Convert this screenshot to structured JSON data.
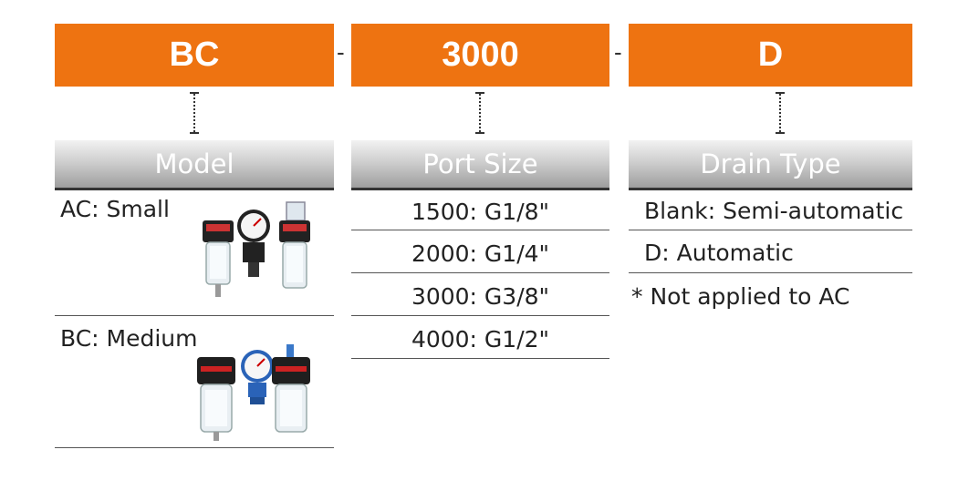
{
  "code": {
    "segments": [
      "BC",
      "3000",
      "D"
    ],
    "separator": "-"
  },
  "columns": {
    "model": {
      "header": "Model",
      "items": [
        {
          "label": "AC: Small",
          "image": "frl-unit-small-icon"
        },
        {
          "label": "BC: Medium",
          "image": "frl-unit-medium-icon"
        }
      ]
    },
    "port_size": {
      "header": "Port Size",
      "items": [
        "1500: G1/8\"",
        "2000: G1/4\"",
        "3000: G3/8\"",
        "4000: G1/2\""
      ]
    },
    "drain_type": {
      "header": "Drain Type",
      "items": [
        "Blank: Semi-automatic",
        "D: Automatic"
      ],
      "note": "* Not applied to AC"
    }
  },
  "colors": {
    "accent": "#ee7311",
    "header_gradient_top": "#f2f2f2",
    "header_gradient_bottom": "#9e9e9e"
  }
}
